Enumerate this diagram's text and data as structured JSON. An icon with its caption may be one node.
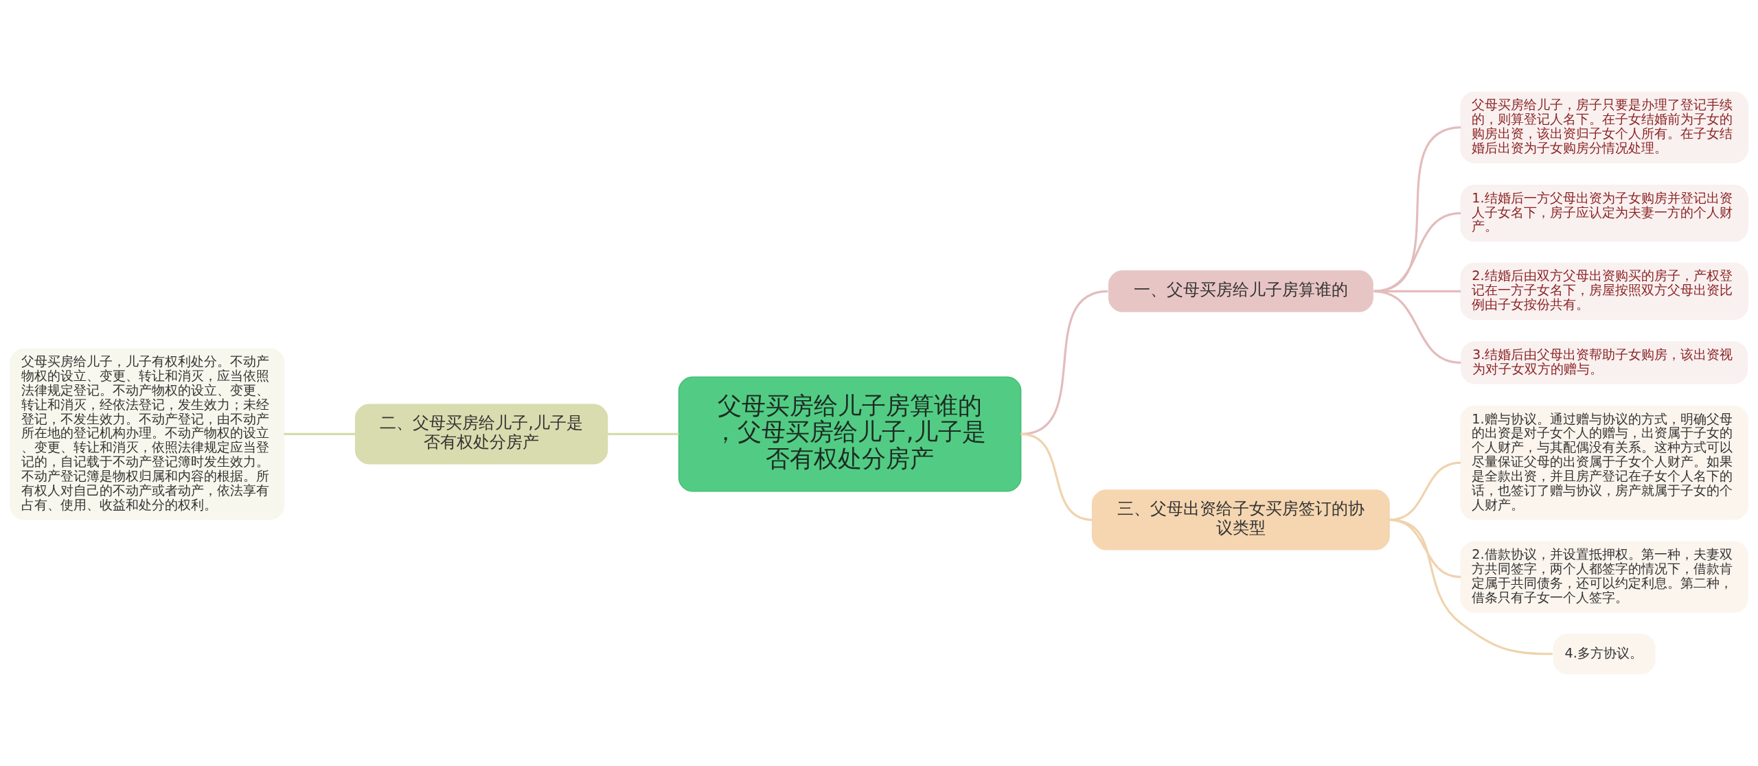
{
  "diagram": {
    "nodes": [
      {
        "text": [
          "父母买房给儿子房算谁的，父母买房给儿子,儿子是否有权处分房产"
        ]
      },
      {
        "text": [
          "一、父母买房给儿子房算谁的"
        ]
      },
      {
        "text": [
          "父母买房给儿子，房子只要是办理了登记手续的，则算登记人名下。在子女结婚前为子女的购房出资，该出资归子女个人所有。在子女结婚后出资为子女购房分情况处理。"
        ]
      },
      {
        "text": [
          "1.结婚后一方父母出资为子女购房并登记出资人子女名下，房子应认定为夫妻一方的个人财产。"
        ]
      },
      {
        "text": [
          "2.结婚后由双方父母出资购买的房子，产权登记在一方子女名下，房屋按照双方父母出资比例由子女按份共有。"
        ]
      },
      {
        "text": [
          "3.结婚后由父母出资帮助子女购房，该出资视为对子女双方的赠与。"
        ]
      },
      {
        "text": [
          "二、父母买房给儿子,儿子是否有权处分房产"
        ]
      },
      {
        "text": [
          "父母买房给儿子，儿子有权利处分。不动产物权的设立、变更、转让和消灭，应当依照法律规定登记。不动产物权的设立、变更、转让和消灭，经依法登记，发生效力；未经登记，不发生效力。不动产登记，由不动产所在地的登记机构办理。不动产物权的设立、变更、转让和消灭，依照法律规定应当登记的，自记载于不动产登记簿时发生效力。不动产登记簿是物权归属和内容的根据。所有权人对自己的不动产或者动产，依法享有占有、使用、收益和处分的权利。"
        ]
      },
      {
        "text": [
          "三、父母出资给子女买房签订的协议类型"
        ]
      },
      {
        "text": [
          "1.赠与协议。通过赠与协议的方式，明确父母的出资是对子女个人的赠与，出资属于子女的个人财产，与其配偶没有关系。这种方式可以尽量保证父母的出资属于子女个人财产。如果是全款出资，并且房产登记在子女个人名下的话，也签订了赠与协议，房产就属于子女的个人财产。"
        ]
      },
      {
        "text": [
          "2.借款协议，并设置抵押权。第一种，夫妻双方共同签字，两个人都签字的情况下，借款肯定属于共同债务，还可以约定利息。第二种，借条只有子女一个人签字。"
        ]
      },
      {
        "text": [
          "4.多方协议。"
        ]
      }
    ],
    "edges": [
      {
        "from": 0,
        "to": 1,
        "arrow": "none"
      },
      {
        "from": 1,
        "to": 2,
        "arrow": "none"
      },
      {
        "from": 1,
        "to": 3,
        "arrow": "none"
      },
      {
        "from": 1,
        "to": 4,
        "arrow": "none"
      },
      {
        "from": 1,
        "to": 5,
        "arrow": "none"
      },
      {
        "from": 0,
        "to": 6,
        "arrow": "none",
        "color": "#d7dbac"
      },
      {
        "from": 6,
        "to": 7,
        "arrow": "none",
        "color": "#d7dbac"
      },
      {
        "from": 0,
        "to": 8,
        "arrow": "none",
        "color": "#efd3ae"
      },
      {
        "from": 8,
        "to": 9,
        "arrow": "none",
        "color": "#efd3ae"
      },
      {
        "from": 8,
        "to": 10,
        "arrow": "none",
        "color": "#efd3ae"
      },
      {
        "from": 8,
        "to": 11,
        "arrow": "none",
        "color": "#efd3ae"
      }
    ]
  }
}
